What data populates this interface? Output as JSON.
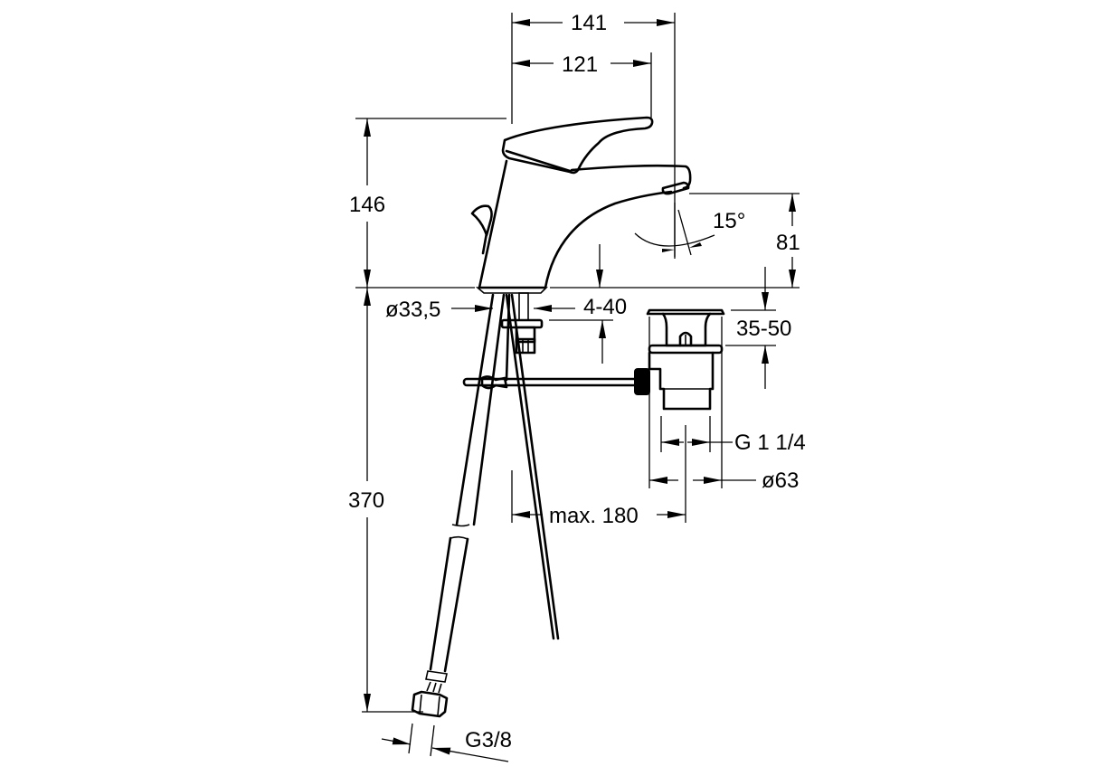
{
  "drawing": {
    "subject": "single-lever basin mixer with pop-up waste",
    "colors": {
      "line": "#000000",
      "background": "#ffffff"
    },
    "dimensions": {
      "overall_reach": "141",
      "lever_reach": "121",
      "total_height": "146",
      "spout_height": "81",
      "spout_angle": "15°",
      "base_diameter": "ø33,5",
      "deck_thickness": "4-40",
      "waste_range": "35-50",
      "waste_thread": "G 1 1/4",
      "waste_diameter": "ø63",
      "max_distance": "max. 180",
      "hose_length": "370",
      "hose_thread": "G3/8"
    }
  }
}
